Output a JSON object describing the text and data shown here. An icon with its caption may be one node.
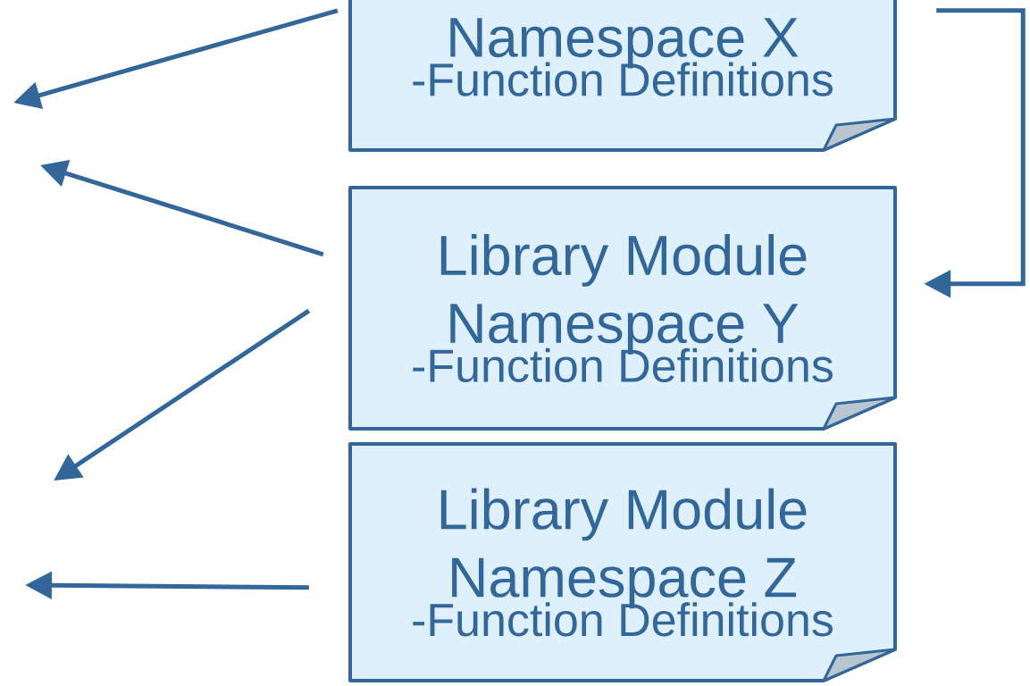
{
  "diagram": {
    "nodes": [
      {
        "text": [
          "Namespace X",
          "-Function Definitions"
        ]
      },
      {
        "text": [
          "Library Module Namespace Y",
          "-Function Definitions"
        ]
      },
      {
        "text": [
          "Library Module Namespace Z",
          "-Function Definitions"
        ]
      }
    ],
    "edges": [
      {
        "from": 0,
        "to": null,
        "arrow": "to"
      },
      {
        "from": 1,
        "to": null,
        "arrow": "to"
      },
      {
        "from": 1,
        "to": null,
        "arrow": "to"
      },
      {
        "from": 2,
        "to": null,
        "arrow": "to"
      },
      {
        "from": 0,
        "to": 1,
        "arrow": "to"
      }
    ]
  }
}
